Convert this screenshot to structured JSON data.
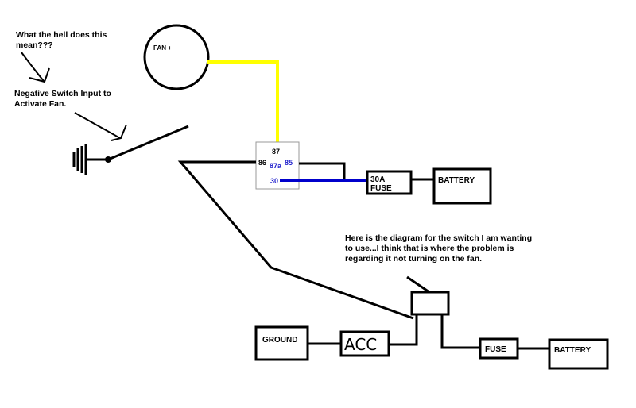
{
  "notes": {
    "question": [
      "What the hell does this",
      "mean???"
    ],
    "switch_input": [
      "Negative Switch Input to",
      "Activate Fan."
    ],
    "switch_diagram": [
      "Here is the diagram for the switch I am wanting",
      "to use...I think that is where the problem is",
      "regarding it not turning on the fan."
    ]
  },
  "fan": {
    "label": "FAN +"
  },
  "relay": {
    "pin_87": "87",
    "pin_86": "86",
    "pin_87a": "87a",
    "pin_85": "85",
    "pin_30": "30"
  },
  "top_fuse": {
    "line1": "30A",
    "line2": "FUSE"
  },
  "top_battery": {
    "label": "BATTERY"
  },
  "ground": {
    "label": "GROUND"
  },
  "acc": {
    "label": "ACC"
  },
  "bottom_fuse": {
    "label": "FUSE"
  },
  "bottom_battery": {
    "label": "BATTERY"
  },
  "colors": {
    "wire": "#000000",
    "yellow_wire": "#ffff00",
    "blue_wire": "#0000cc",
    "relay_border": "#999999",
    "pin_blue": "#1f1fcc"
  }
}
